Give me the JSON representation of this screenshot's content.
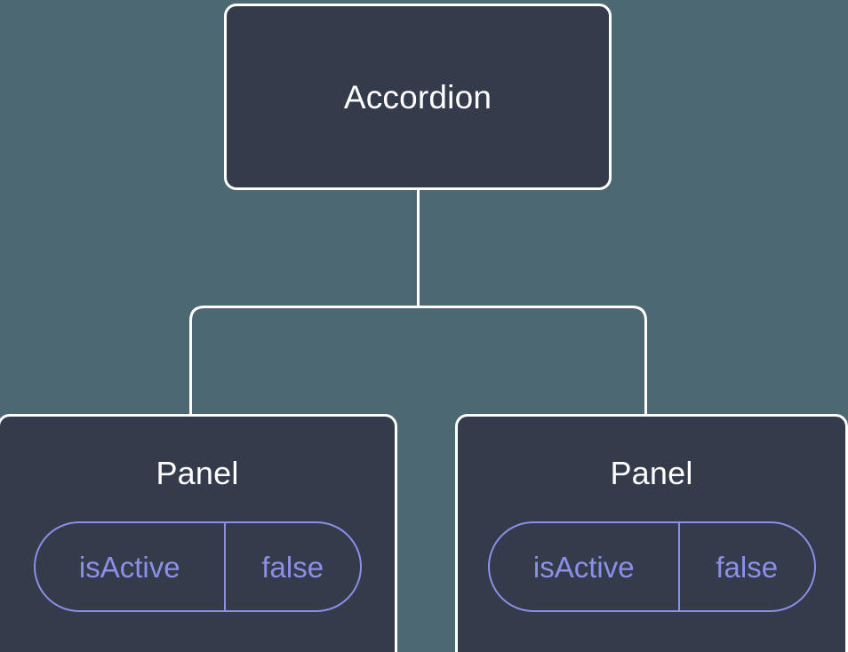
{
  "diagram": {
    "type": "component-tree",
    "background_color": "#4c6872",
    "node_fill_color": "#343b4a",
    "node_border_color": "#ffffff",
    "edge_color": "#ffffff",
    "accent_color": "#8b8fe8",
    "root": {
      "title": "Accordion"
    },
    "children": [
      {
        "title": "Panel",
        "state": {
          "key": "isActive",
          "value": "false"
        }
      },
      {
        "title": "Panel",
        "state": {
          "key": "isActive",
          "value": "false"
        }
      }
    ]
  }
}
